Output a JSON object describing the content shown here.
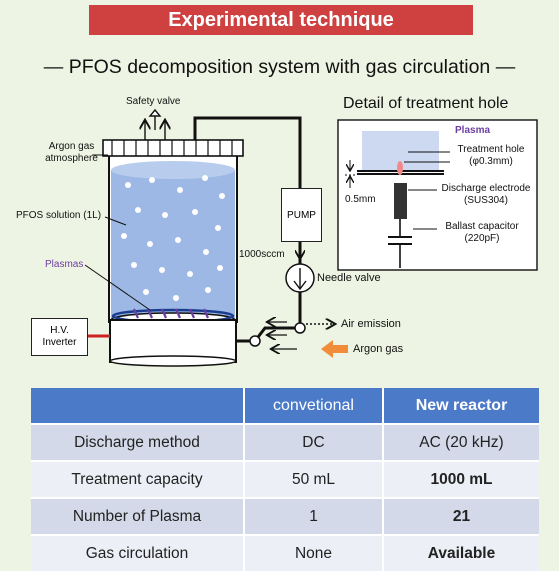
{
  "header": {
    "title": "Experimental technique"
  },
  "diagram": {
    "subtitle": "― PFOS decomposition system with gas circulation ―",
    "detail_title": "Detail of treatment hole",
    "labels": {
      "safety_valve": "Safety valve",
      "argon_atm_1": "Argon gas",
      "argon_atm_2": "atmosphere",
      "pfos_solution": "PFOS solution (1L)",
      "plasmas": "Plasmas",
      "hv_1": "H.V.",
      "hv_2": "Inverter",
      "pump": "PUMP",
      "flow": "1000sccm",
      "needle_valve": "Needle valve",
      "air_emission": "Air emission",
      "argon_gas": "Argon gas",
      "plasma": "Plasma",
      "treatment_hole_1": "Treatment hole",
      "treatment_hole_2": "(φ0.3mm)",
      "gap": "0.5mm",
      "electrode_1": "Discharge electrode",
      "electrode_2": "(SUS304)",
      "capacitor_1": "Ballast capacitor",
      "capacitor_2": "(220pF)"
    },
    "colors": {
      "plasma": "#6b3fa0",
      "argon_arrow": "#f08c3a",
      "water": "#9db8e4",
      "hv_line": "#cc2222"
    }
  },
  "table": {
    "headers": [
      "",
      "convetional",
      "New reactor"
    ],
    "rows": [
      {
        "label": "Discharge method",
        "conventional": "DC",
        "new": "AC (20 kHz)"
      },
      {
        "label": "Treatment capacity",
        "conventional": "50 mL",
        "new": "1000 mL"
      },
      {
        "label": "Number of Plasma",
        "conventional": "1",
        "new": "21"
      },
      {
        "label": "Gas circulation",
        "conventional": "None",
        "new": "Available"
      }
    ]
  }
}
